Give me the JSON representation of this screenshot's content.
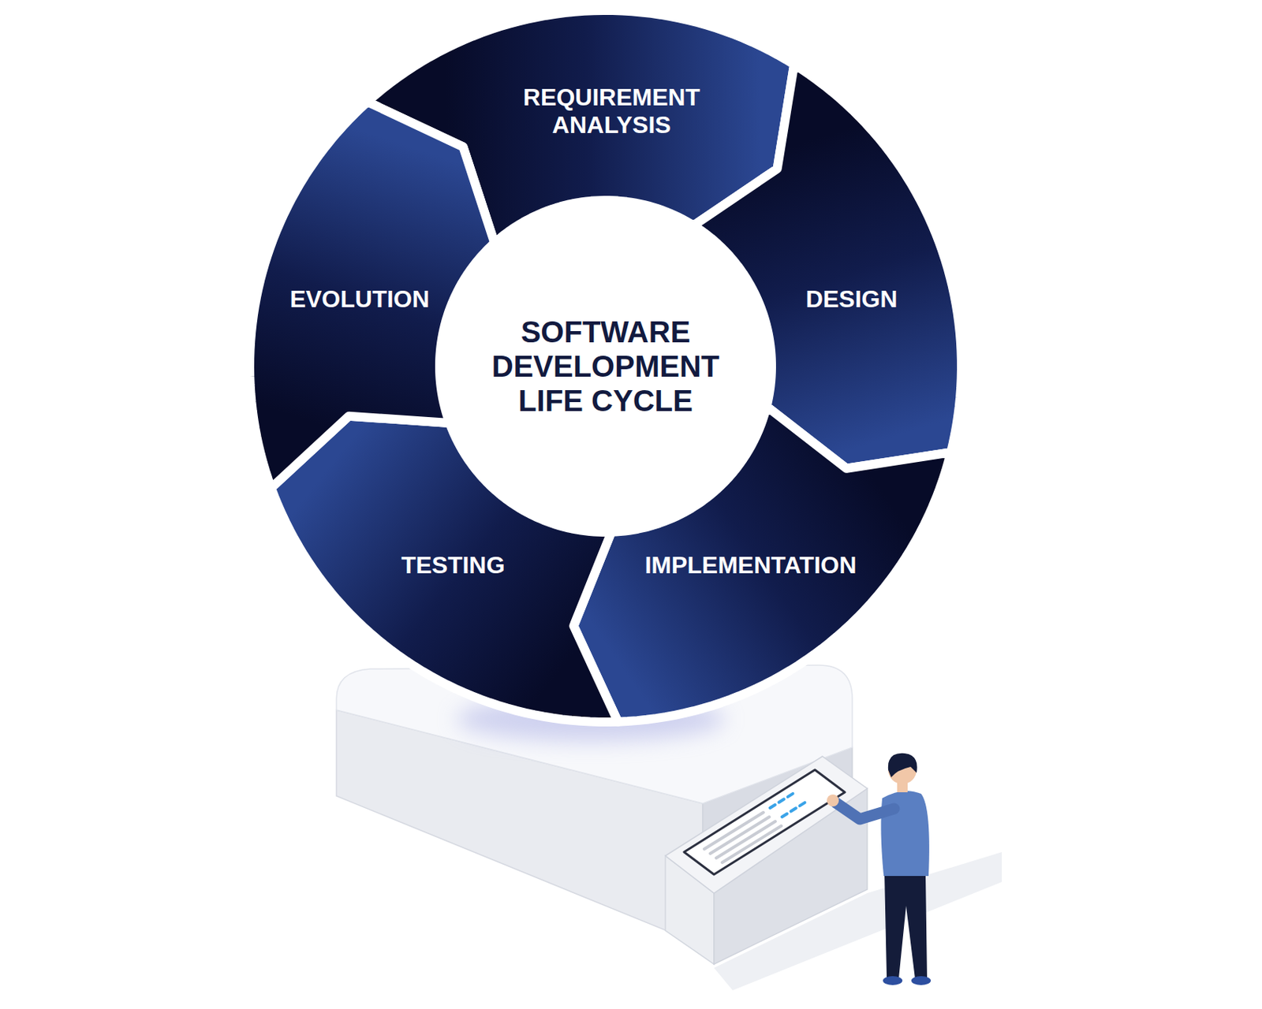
{
  "diagram": {
    "nodes": [
      {
        "text": [
          "SOFTWARE DEVELOPMENT LIFE CYCLE"
        ]
      },
      {
        "text": [
          "REQUIREMENT ANALYSIS"
        ]
      },
      {
        "text": [
          "DESIGN"
        ]
      },
      {
        "text": [
          "IMPLEMENTATION"
        ]
      },
      {
        "text": [
          "TESTING"
        ]
      },
      {
        "text": [
          "EVOLUTION"
        ]
      }
    ]
  }
}
